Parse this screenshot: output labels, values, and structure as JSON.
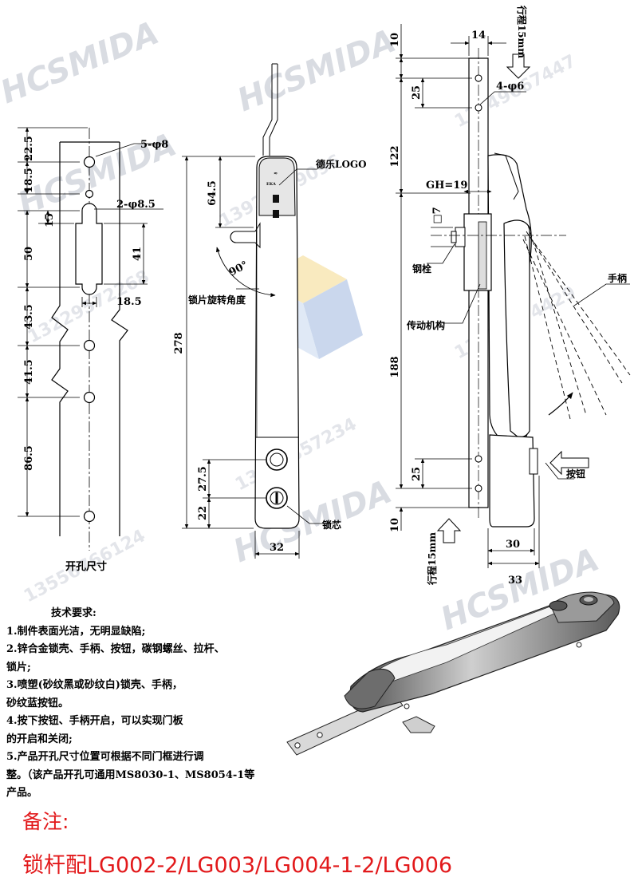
{
  "watermarks": {
    "brand": "HCSMIDA",
    "phone1": "13535357234",
    "phone2": "13729374429",
    "phone3": "13549667447",
    "phone4": "13928829096",
    "phone5": "13229572268",
    "phone6": "13556766124"
  },
  "left_view": {
    "caption": "开孔尺寸",
    "hole_callout": "5-φ8",
    "slot_callout": "2-φ8.5",
    "dims": {
      "d1": "22.5",
      "d2": "18.5",
      "d3": "15",
      "d4": "50",
      "d5": "41",
      "d6": "18.5",
      "d7": "43.5",
      "d8": "41.5",
      "d9": "86.5"
    }
  },
  "middle_view": {
    "label_logo": "德乐LOGO",
    "label_rotation": "锁片旋转角度",
    "label_core": "锁芯",
    "angle": "90°",
    "dims": {
      "height": "278",
      "upper": "64.5",
      "key1": "27.5",
      "key2": "22",
      "width": "32"
    }
  },
  "right_view": {
    "stroke_top": "行程15mm",
    "stroke_bottom": "行程15mm",
    "holes_callout": "4-φ6",
    "gh": "GH=19",
    "bolt_size": "□7",
    "label_bolt": "钢栓",
    "label_mechanism": "传动机构",
    "label_handle": "手柄",
    "label_button": "按钮",
    "dims": {
      "top": "10",
      "top_w": "14",
      "p1": "25",
      "p2": "122",
      "p3": "188",
      "p4": "25",
      "bottom": "10",
      "w1": "30",
      "w2": "33"
    }
  },
  "notes": {
    "title": "技术要求:",
    "items": [
      "1.制件表面光洁，无明显缺陷;",
      "2.锌合金锁壳、手柄、按钮，碳钢螺丝、拉杆、",
      "锁片;",
      "3.喷塑(砂纹黑或砂纹白)锁壳、手柄，",
      "砂纹蓝按钮。",
      "4.按下按钮、手柄开启，可以实现门板",
      "的开启和关闭;",
      "5.产品开孔尺寸位置可根据不同门框进行调",
      "整。（该产品开孔可通用MS8030-1、MS8054-1等",
      "产品。"
    ]
  },
  "remark": {
    "label": "备注:",
    "model_line": "锁杆配LG002-2/LG003/LG004-1-2/LG006"
  }
}
